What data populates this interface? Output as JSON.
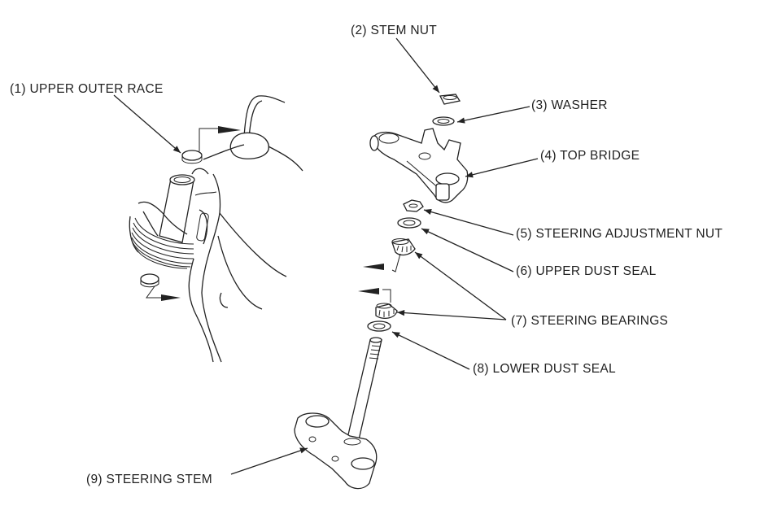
{
  "diagram": {
    "title": "Steering stem exploded view",
    "labels": [
      {
        "id": "1",
        "text": "(1) UPPER OUTER RACE"
      },
      {
        "id": "2",
        "text": "(2) STEM NUT"
      },
      {
        "id": "3",
        "text": "(3) WASHER"
      },
      {
        "id": "4",
        "text": "(4) TOP BRIDGE"
      },
      {
        "id": "5",
        "text": "(5) STEERING ADJUSTMENT NUT"
      },
      {
        "id": "6",
        "text": "(6) UPPER DUST SEAL"
      },
      {
        "id": "7",
        "text": "(7) STEERING BEARINGS"
      },
      {
        "id": "8",
        "text": "(8) LOWER DUST SEAL"
      },
      {
        "id": "9",
        "text": "(9) STEERING STEM"
      }
    ]
  }
}
